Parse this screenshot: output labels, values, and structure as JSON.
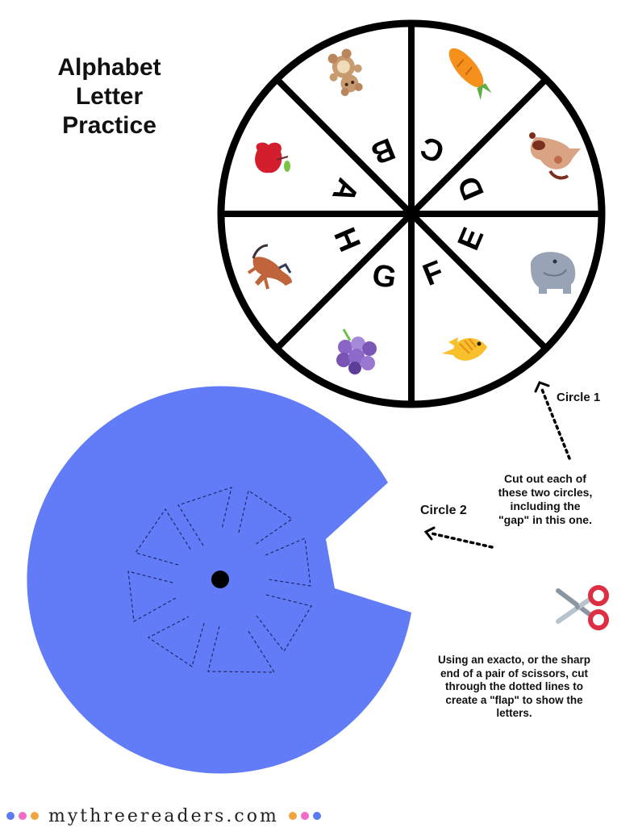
{
  "title": {
    "line1": "Alphabet",
    "line2": "Letter",
    "line3": "Practice"
  },
  "circle1": {
    "label": "Circle 1",
    "stroke_color": "#000000",
    "segments": [
      {
        "letter": "A",
        "picture": "apple-icon"
      },
      {
        "letter": "B",
        "picture": "teddy-bear-icon"
      },
      {
        "letter": "C",
        "picture": "carrot-icon"
      },
      {
        "letter": "D",
        "picture": "dog-icon"
      },
      {
        "letter": "E",
        "picture": "elephant-icon"
      },
      {
        "letter": "F",
        "picture": "fish-icon"
      },
      {
        "letter": "G",
        "picture": "grapes-icon"
      },
      {
        "letter": "H",
        "picture": "horse-icon"
      }
    ]
  },
  "circle2": {
    "label": "Circle 2",
    "fill_color": "#627cf7",
    "cut_line_color": "#1f2a6b"
  },
  "instructions": {
    "cut_out": "Cut out each of these two circles, including the \"gap\" in this one.",
    "flap": "Using an exacto, or the sharp end of a pair of scissors, cut through the dotted lines to create a \"flap\" to show the letters."
  },
  "scissors_icon": "scissors-icon",
  "footer": {
    "site": "mythreereaders.com",
    "dots_left": [
      "#5b7cf0",
      "#f06cc8",
      "#efa540"
    ],
    "dots_right": [
      "#efa540",
      "#f06cc8",
      "#5b7cf0"
    ]
  }
}
